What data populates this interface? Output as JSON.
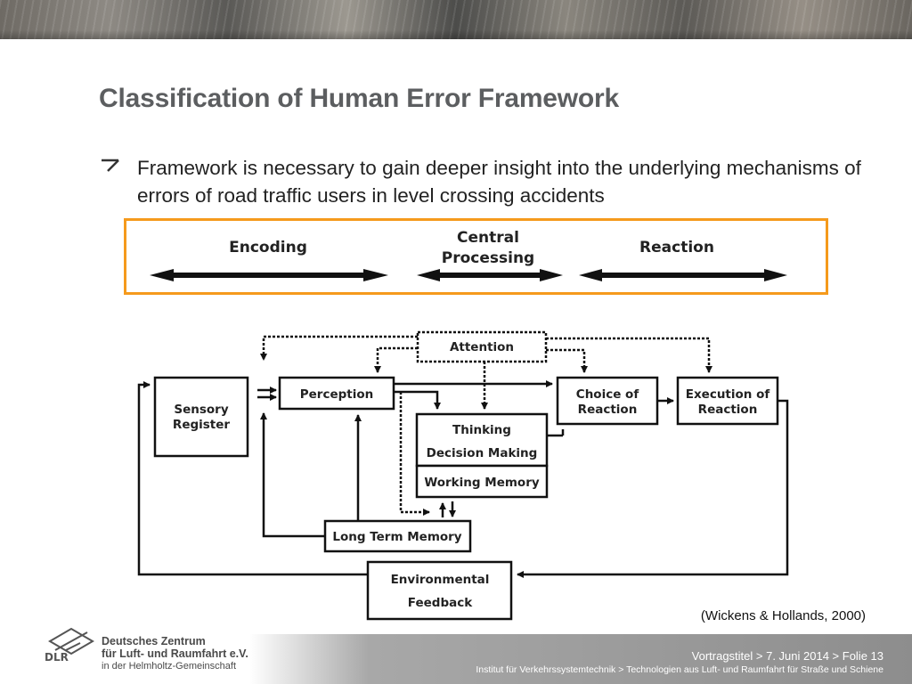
{
  "slide": {
    "title": "Classification of Human Error Framework",
    "bullet": "Framework is necessary to gain deeper insight into the underlying mechanisms of errors of road traffic users in level crossing accidents",
    "citation": "(Wickens & Hollands, 2000)"
  },
  "stages": {
    "encoding": "Encoding",
    "central_processing": [
      "Central",
      "Processing"
    ],
    "reaction": "Reaction"
  },
  "diagram": {
    "attention": "Attention",
    "sensory_register": [
      "Sensory",
      "Register"
    ],
    "perception": "Perception",
    "thinking": "Thinking",
    "decision_making": "Decision Making",
    "working_memory": "Working Memory",
    "choice_of_reaction": [
      "Choice of",
      "Reaction"
    ],
    "execution_of_reaction": [
      "Execution of",
      "Reaction"
    ],
    "long_term_memory": "Long Term Memory",
    "environmental_feedback": [
      "Environmental",
      "Feedback"
    ]
  },
  "footer": {
    "line1": "Vortragstitel > 7. Juni 2014 > Folie 13",
    "line2": "Institut für Verkehrssystemtechnik > Technologien aus Luft- und Raumfahrt für Straße und Schiene"
  },
  "logo": {
    "short": "DLR",
    "line1": "Deutsches Zentrum",
    "line2": "für Luft- und Raumfahrt e.V.",
    "line3": "in der Helmholtz-Gemeinschaft"
  }
}
